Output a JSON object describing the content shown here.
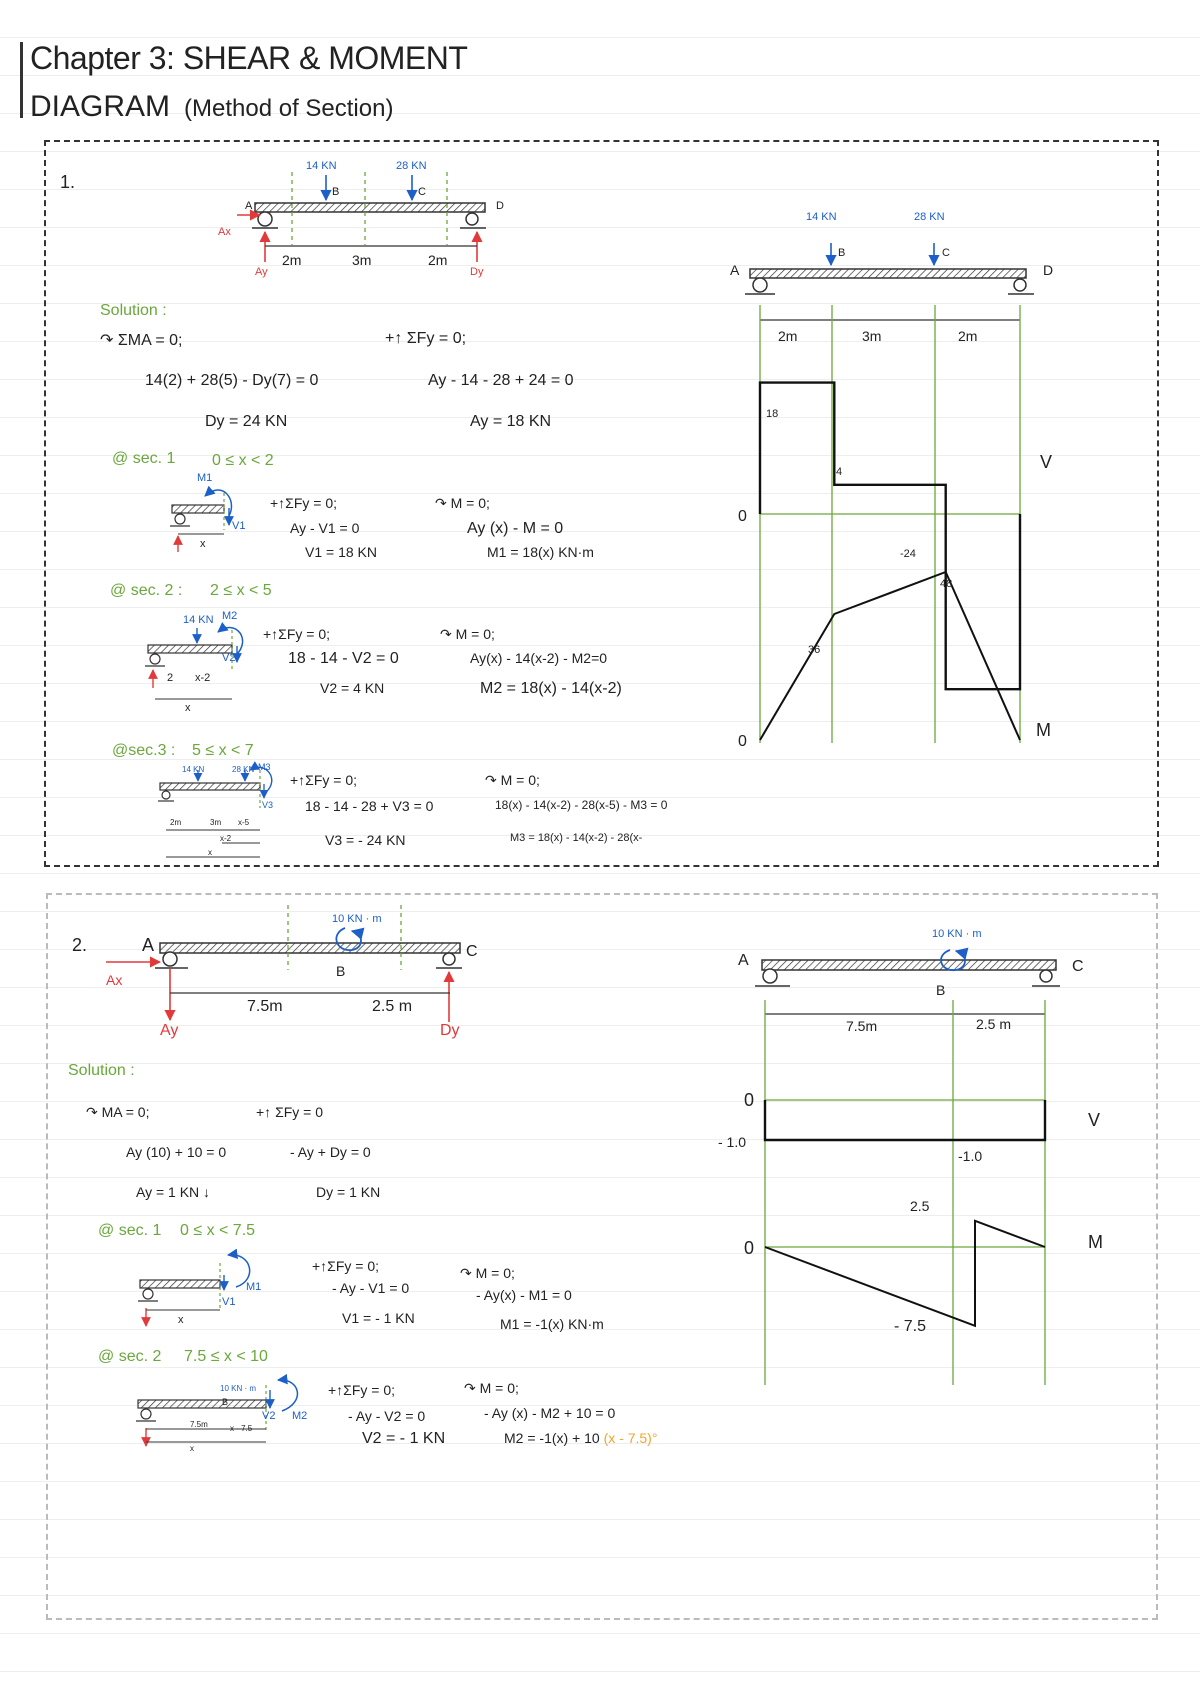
{
  "header": {
    "title_line1": "Chapter 3: SHEAR & MOMENT",
    "title_line2": "DIAGRAM",
    "title_sub": "(Method of Section)"
  },
  "problem1": {
    "number": "1.",
    "loads": {
      "b": "14 KN",
      "c": "28 KN"
    },
    "points": {
      "a": "A",
      "b": "B",
      "c": "C",
      "d": "D"
    },
    "reactions": {
      "ax": "Ax",
      "ay": "Ay",
      "dy": "Dy"
    },
    "spans": [
      "2m",
      "3m",
      "2m"
    ],
    "solution_label": "Solution :",
    "eq": {
      "sum_ma": "ΣMA = 0;",
      "ma_expr": "14(2) + 28(5) - Dy(7) = 0",
      "dy_result": "Dy = 24 KN",
      "sum_fy": "+↑ ΣFy = 0;",
      "fy_expr": "Ay - 14 - 28 + 24 = 0",
      "ay_result": "Ay = 18 KN"
    },
    "sec1": {
      "label": "@ sec. 1",
      "range": "0 ≤ x < 2",
      "fy": "+↑ΣFy = 0;",
      "fy1": "Ay - V1 = 0",
      "fy2": "V1 = 18 KN",
      "m": "M = 0;",
      "m1": "Ay (x) - M = 0",
      "m2": "M1 = 18(x) KN·m",
      "fbd_m": "M1",
      "fbd_v": "V1",
      "fbd_x": "x"
    },
    "sec2": {
      "label": "@ sec. 2 :",
      "range": "2 ≤ x < 5",
      "fy": "+↑ΣFy = 0;",
      "fy1": "18 - 14 - V2 = 0",
      "fy2": "V2 = 4 KN",
      "m": "M = 0;",
      "m1": "Ay(x) - 14(x-2) - M2=0",
      "m2": "M2 = 18(x) - 14(x-2)",
      "fbd_load": "14 KN",
      "fbd_m": "M2",
      "fbd_v": "V2",
      "fbd_2": "2",
      "fbd_x2": "x-2",
      "fbd_x": "x"
    },
    "sec3": {
      "label": "@sec.3 :",
      "range": "5 ≤ x < 7",
      "fy": "+↑ΣFy = 0;",
      "fy1": "18 - 14 - 28 + V3 = 0",
      "fy2": "V3 = - 24 KN",
      "m": "M = 0;",
      "m1": "18(x) - 14(x-2) - 28(x-5) - M3 = 0",
      "m2": "M3 = 18(x) - 14(x-2) - 28(x-",
      "fbd_load1": "14 KN",
      "fbd_load2": "28 KN",
      "fbd_m": "M3",
      "fbd_v": "V3",
      "fbd_2m": "2m",
      "fbd_3m": "3m",
      "fbd_x5": "x-5",
      "fbd_x2": "x-2",
      "fbd_x": "x"
    },
    "diagram": {
      "v_label": "V",
      "m_label": "M",
      "zero": "0",
      "v_values": [
        "18",
        "4",
        "-24"
      ],
      "m_values": [
        "36",
        "48"
      ]
    }
  },
  "problem2": {
    "number": "2.",
    "moment_load": "10 KN · m",
    "points": {
      "a": "A",
      "b": "B",
      "c": "C"
    },
    "reactions": {
      "ax": "Ax",
      "ay": "Ay",
      "dy": "Dy"
    },
    "spans": [
      "7.5m",
      "2.5 m"
    ],
    "solution_label": "Solution :",
    "eq": {
      "ma": "MA = 0;",
      "ma_expr": "Ay (10) + 10 = 0",
      "ay_result": "Ay = 1 KN ↓",
      "fy": "+↑ ΣFy = 0",
      "fy_expr": "- Ay + Dy = 0",
      "dy_result": "Dy = 1 KN"
    },
    "sec1": {
      "label": "@ sec. 1",
      "range": "0 ≤ x < 7.5",
      "fy": "+↑ΣFy = 0;",
      "fy1": "- Ay - V1 = 0",
      "fy2": "V1 = - 1 KN",
      "m": "M = 0;",
      "m1": "- Ay(x) - M1 = 0",
      "m2": "M1 = -1(x) KN·m",
      "fbd_m": "M1",
      "fbd_v": "V1",
      "fbd_x": "x"
    },
    "sec2": {
      "label": "@ sec. 2",
      "range": "7.5 ≤ x < 10",
      "fy": "+↑ΣFy = 0;",
      "fy1": "- Ay - V2 = 0",
      "fy2": "V2 = - 1 KN",
      "m": "M = 0;",
      "m1": "- Ay (x) - M2 + 10 = 0",
      "m2_pre": "M2 = -1(x) + 10",
      "m2_post": "(x - 7.5)°",
      "fbd_load": "10 KN · m",
      "fbd_m": "M2",
      "fbd_v": "V2",
      "fbd_75": "7.5m",
      "fbd_x75": "x - 7.5",
      "fbd_x": "x"
    },
    "diagram": {
      "v_label": "V",
      "m_label": "M",
      "zero": "0",
      "v_values": [
        "- 1.0",
        "-1.0"
      ],
      "m_values": [
        "2.5",
        "- 7.5"
      ]
    }
  },
  "chart_data": [
    {
      "type": "line",
      "title": "",
      "series": [
        {
          "name": "V",
          "x": [
            0,
            0,
            2,
            2,
            5,
            5,
            7,
            7
          ],
          "y": [
            0,
            18,
            18,
            4,
            4,
            -24,
            -24,
            0
          ]
        }
      ]
    },
    {
      "type": "line",
      "title": "",
      "series": [
        {
          "name": "M",
          "x": [
            0,
            2,
            5,
            7
          ],
          "y": [
            0,
            36,
            48,
            0
          ]
        }
      ]
    },
    {
      "type": "line",
      "title": "",
      "series": [
        {
          "name": "V",
          "x": [
            0,
            0,
            10,
            10
          ],
          "y": [
            0,
            -1,
            -1,
            0
          ]
        }
      ]
    },
    {
      "type": "line",
      "title": "",
      "series": [
        {
          "name": "M",
          "x": [
            0,
            7.5,
            7.5,
            10
          ],
          "y": [
            0,
            -7.5,
            2.5,
            0
          ]
        }
      ]
    }
  ],
  "colors": {
    "green": "#6aa83b",
    "red": "#e23a3a",
    "blue": "#1c5fc9",
    "orange": "#f0a62a"
  }
}
